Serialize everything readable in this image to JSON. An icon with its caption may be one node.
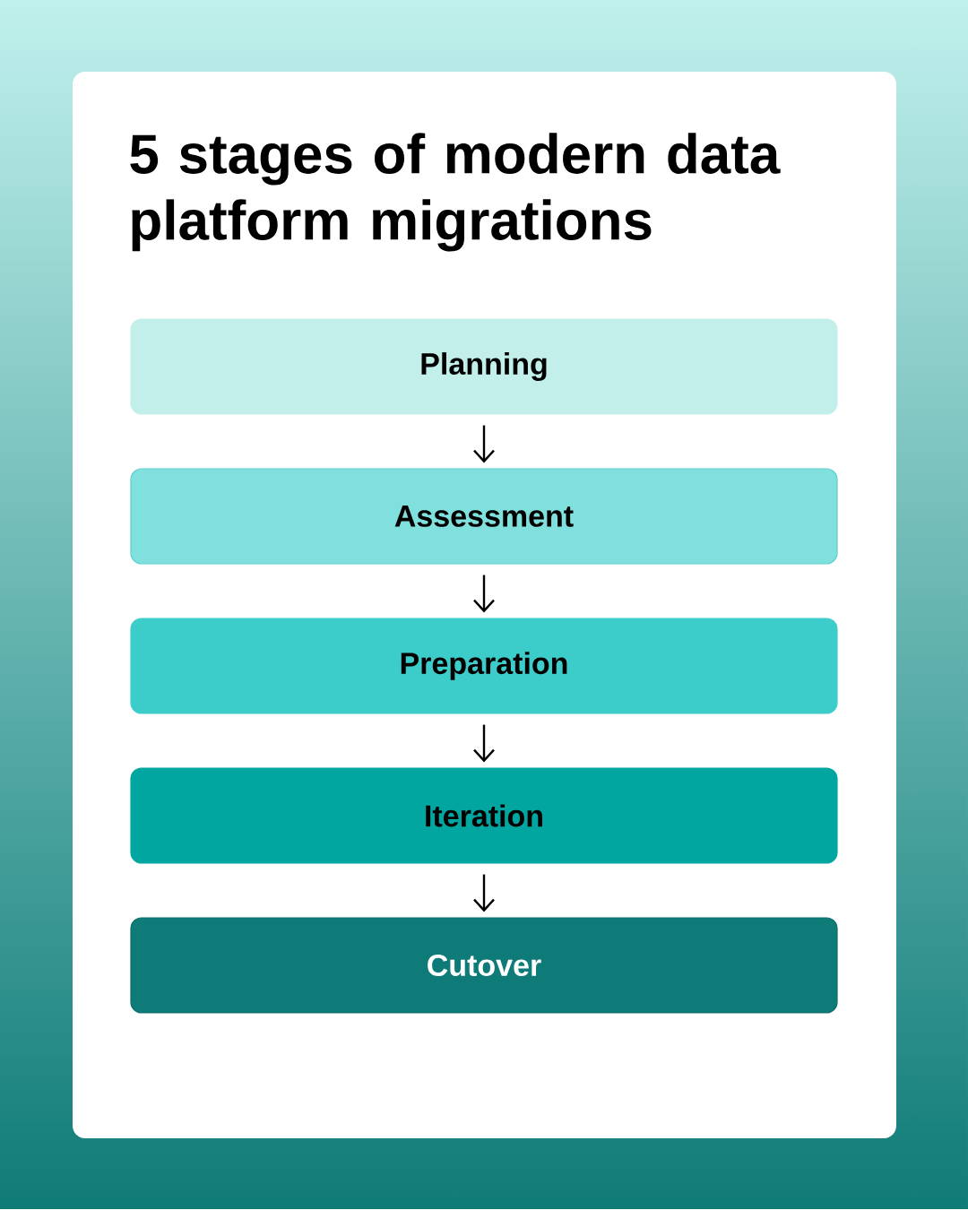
{
  "diagram": {
    "title": "5 stages of modern data platform migrations",
    "nodes": [
      {
        "text": [
          "Planning"
        ]
      },
      {
        "text": [
          "Assessment"
        ]
      },
      {
        "text": [
          "Preparation"
        ]
      },
      {
        "text": [
          "Iteration"
        ]
      },
      {
        "text": [
          "Cutover"
        ]
      }
    ],
    "edges": [
      {
        "from": 0,
        "to": 1,
        "arrow": "to"
      },
      {
        "from": 1,
        "to": 2,
        "arrow": "to"
      },
      {
        "from": 2,
        "to": 3,
        "arrow": "to"
      },
      {
        "from": 3,
        "to": 4,
        "arrow": "to"
      }
    ]
  }
}
